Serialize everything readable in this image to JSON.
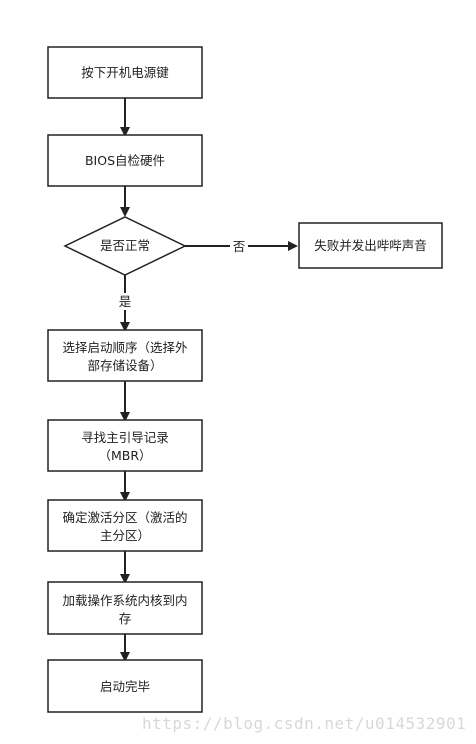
{
  "nodes": {
    "power_on": "按下开机电源键",
    "bios_check": "BIOS自检硬件",
    "is_normal": "是否正常",
    "fail": "失败并发出哔哔声音",
    "boot_order_line1": "选择启动顺序（选择外",
    "boot_order_line2": "部存储设备）",
    "find_mbr_line1": "寻找主引导记录",
    "find_mbr_line2": "（MBR）",
    "active_partition_line1": "确定激活分区（激活的",
    "active_partition_line2": "主分区）",
    "load_kernel_line1": "加载操作系统内核到内",
    "load_kernel_line2": "存",
    "boot_done": "启动完毕"
  },
  "edge_labels": {
    "no": "否",
    "yes": "是"
  },
  "watermark": "https://blog.csdn.net/u014532901",
  "colors": {
    "stroke": "#222222",
    "fill": "#ffffff",
    "watermark": "#d8d8d8"
  }
}
